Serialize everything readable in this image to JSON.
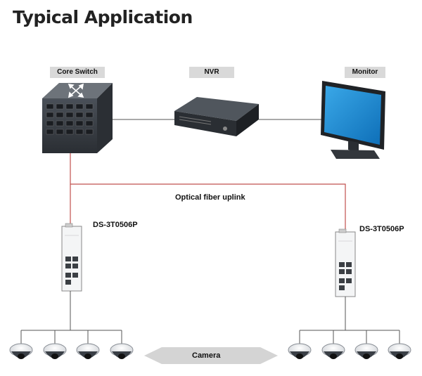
{
  "page": {
    "title": "Typical Application"
  },
  "devices": {
    "core_switch": {
      "label": "Core Switch"
    },
    "nvr": {
      "label": "NVR"
    },
    "monitor": {
      "label": "Monitor"
    },
    "left_switch": {
      "label": "DS-3T0506P"
    },
    "right_switch": {
      "label": "DS-3T0506P"
    }
  },
  "links": {
    "uplink_label": "Optical fiber uplink",
    "camera_label": "Camera"
  },
  "colors": {
    "fiber": "#c0504d",
    "wire": "#555555",
    "tag_bg": "#d9d9d9",
    "screen": "#1e8fd6"
  },
  "icons": [
    "switch-icon",
    "nvr-icon",
    "monitor-icon",
    "poe-switch-icon",
    "dome-camera-icon"
  ]
}
